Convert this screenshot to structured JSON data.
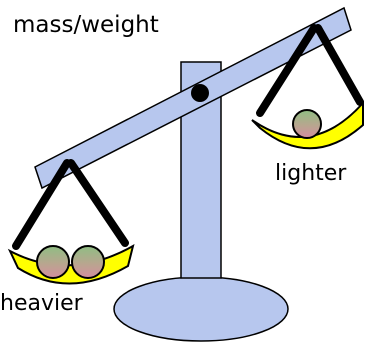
{
  "diagram": {
    "title": "mass/weight",
    "labels": {
      "lighter": "lighter",
      "heavier": "heavier"
    },
    "colors": {
      "beam": "#b7c7ee",
      "post": "#b7c7ee",
      "base": "#b7c7ee",
      "pan": "#ffff00",
      "ball_top": "#8fbe83",
      "ball_bottom": "#d48e9e",
      "outline": "#000000"
    }
  }
}
